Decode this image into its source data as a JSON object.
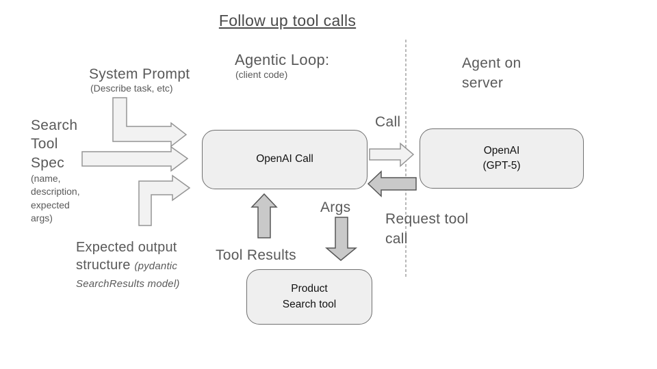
{
  "title": "Follow up tool calls",
  "client_area": {
    "agentic_loop_label": "Agentic Loop:",
    "agentic_loop_sub": "(client code)"
  },
  "server_area": {
    "label": "Agent on\nserver"
  },
  "inputs": {
    "system_prompt": {
      "label": "System Prompt",
      "sub": "(Describe task, etc)"
    },
    "search_tool_spec": {
      "label": "Search\nTool\nSpec",
      "sub": "(name,\ndescription,\nexpected\nargs)"
    },
    "expected_output": {
      "label": "Expected output structure",
      "sub": "(pydantic SearchResults model)"
    }
  },
  "boxes": {
    "openai_call": "OpenAI Call",
    "openai_gpt5": "OpenAI\n(GPT-5)",
    "product_search_tool": "Product\nSearch tool"
  },
  "edges": {
    "call": "Call",
    "request_tool_call": "Request tool\ncall",
    "args": "Args",
    "tool_results": "Tool Results"
  },
  "colors": {
    "background": "#ffffff",
    "title_text": "#4a4a4a",
    "label_text": "#595959",
    "box_fill": "#efefef",
    "box_border": "#6f6f6f",
    "box_text": "#111111",
    "arrow_light_fill": "#f2f2f2",
    "arrow_light_border": "#949494",
    "arrow_dark_fill": "#c9c9c9",
    "arrow_dark_border": "#555555",
    "divider": "#8a8a8a"
  }
}
